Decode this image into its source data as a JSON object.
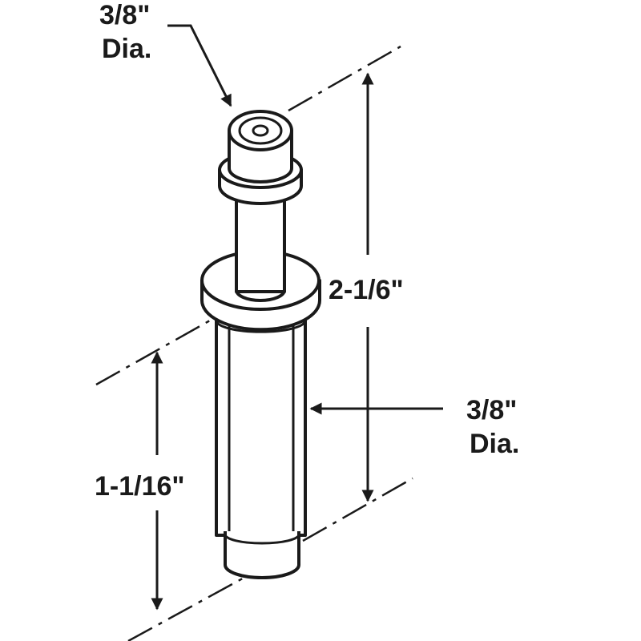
{
  "labels": {
    "top_dia_value": "3/8\"",
    "top_dia_unit": "Dia.",
    "overall_length": "2-1/6\"",
    "lower_length": "1-1/16\"",
    "body_dia_value": "3/8\"",
    "body_dia_unit": "Dia."
  },
  "colors": {
    "line": "#1a1a1a",
    "fill": "#ffffff"
  }
}
